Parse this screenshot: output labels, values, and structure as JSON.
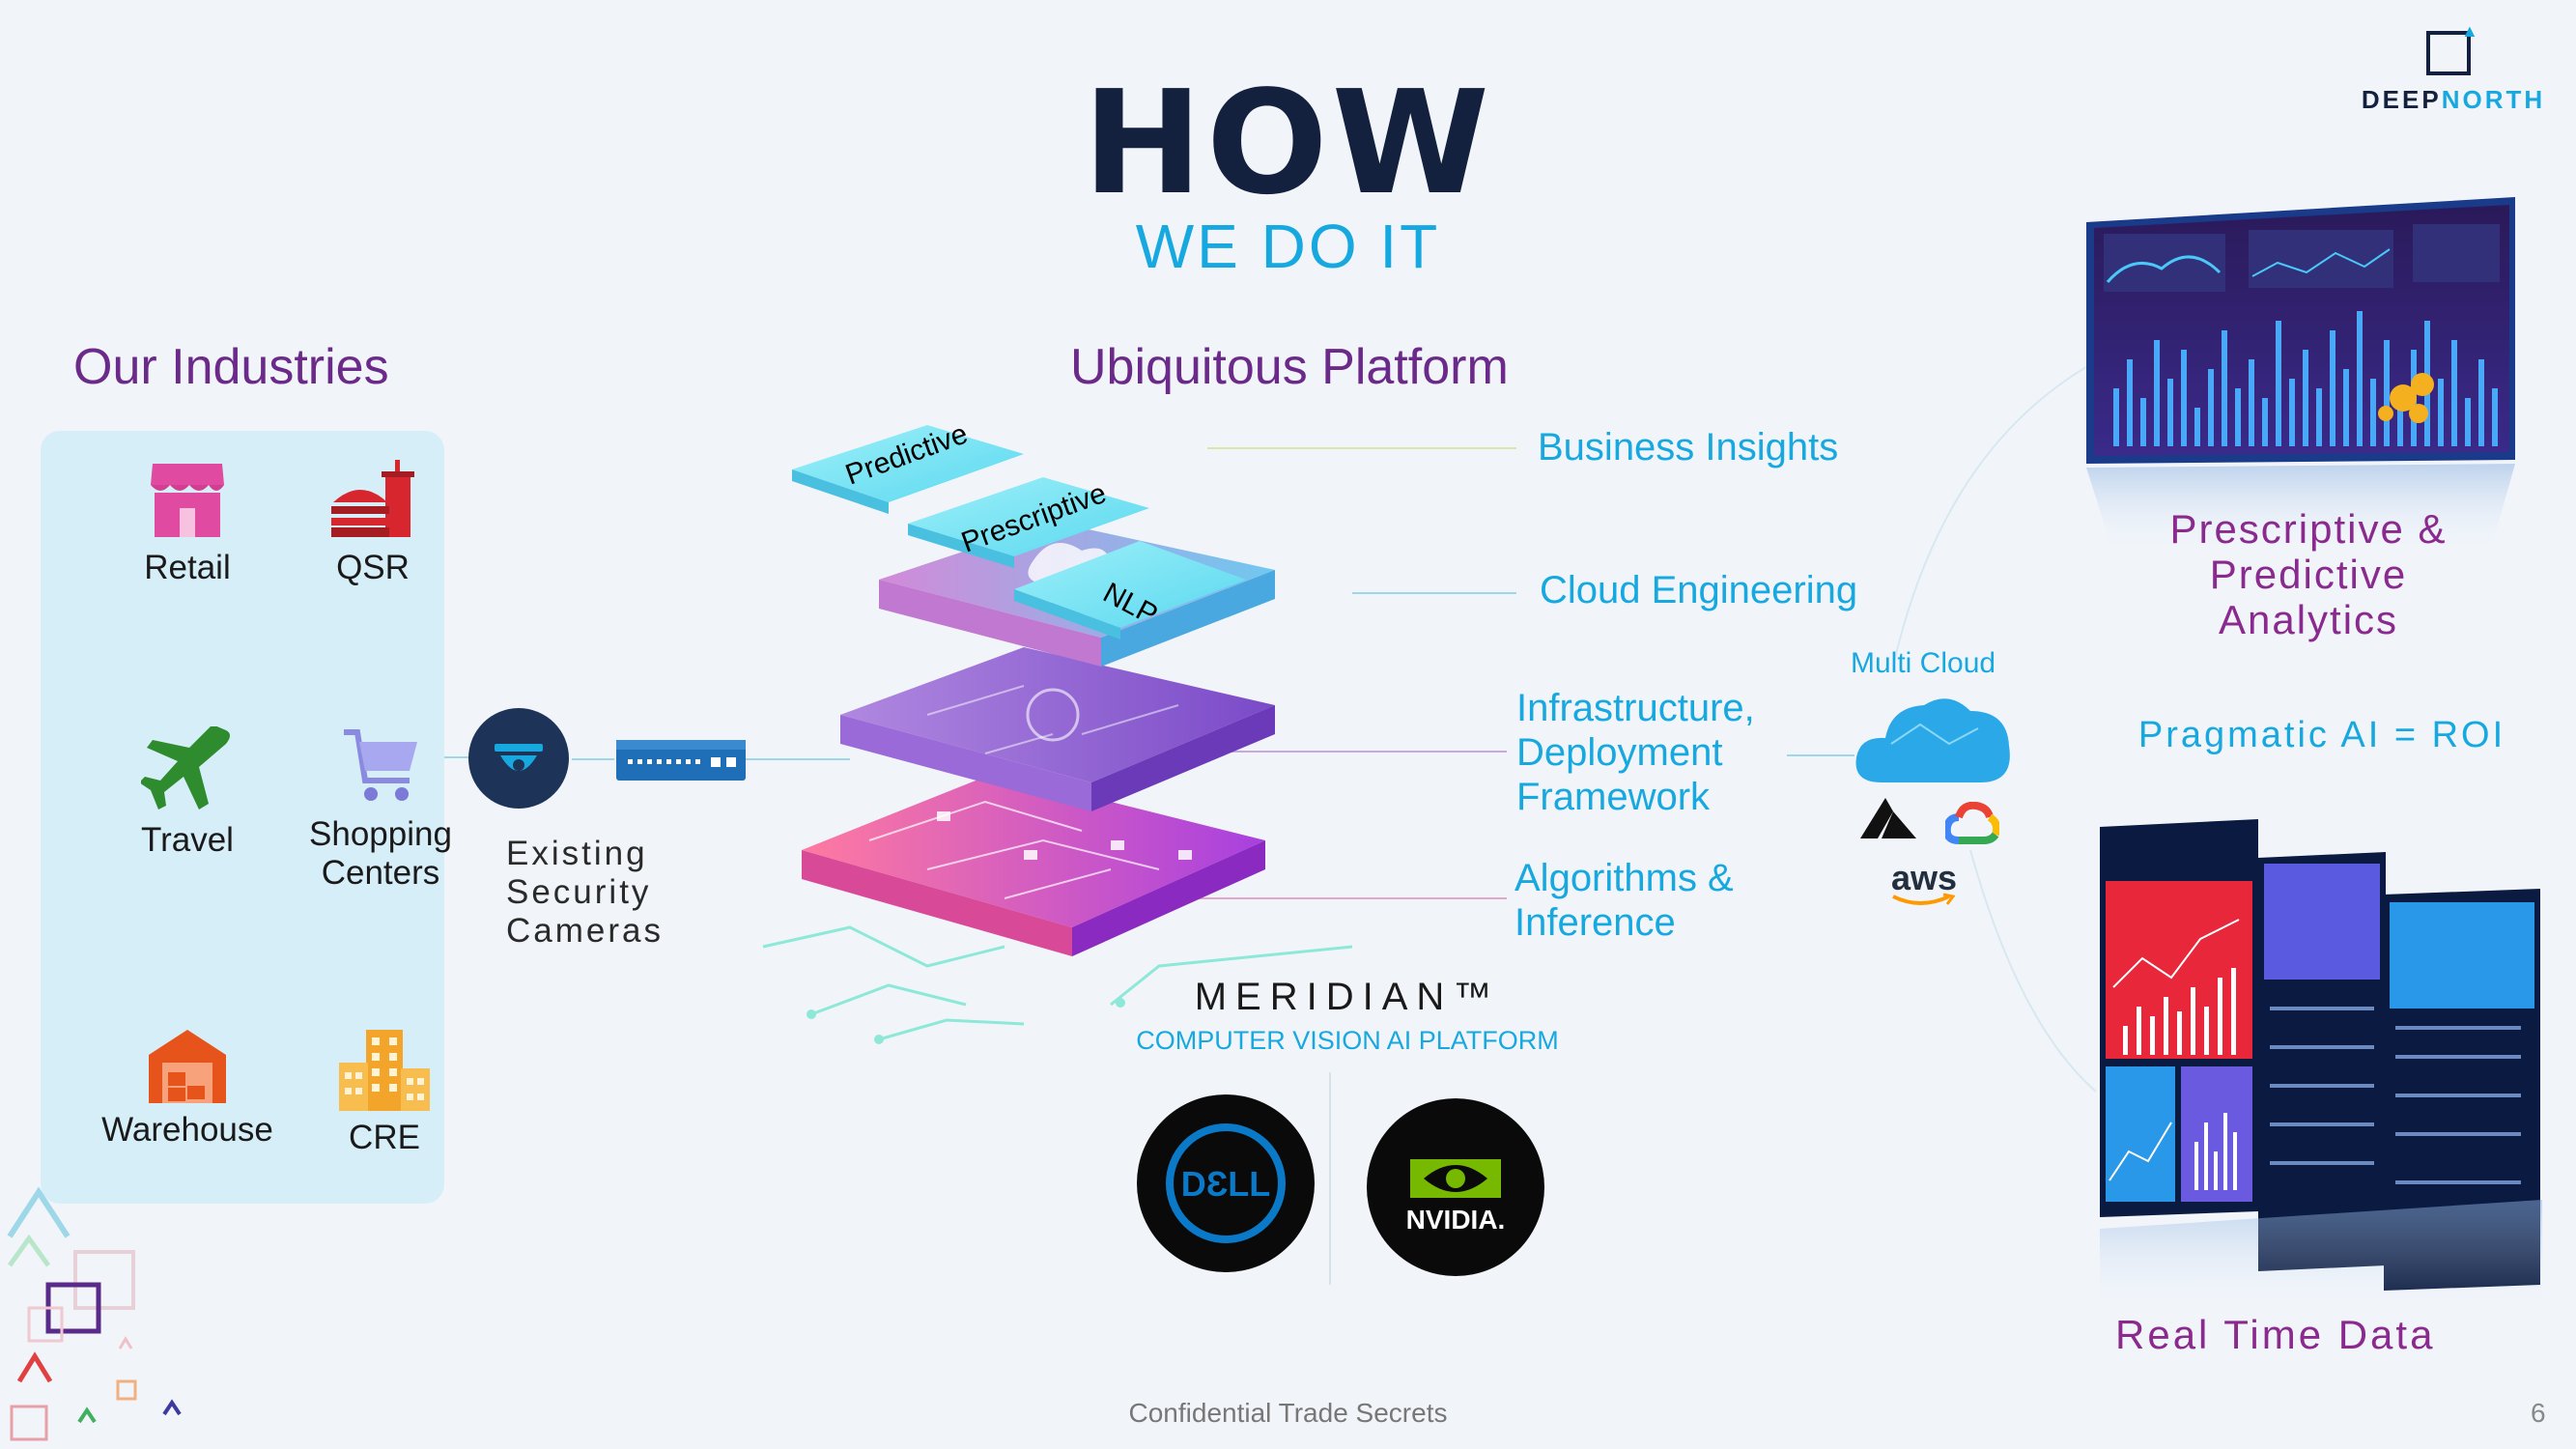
{
  "header": {
    "title": "HOW",
    "subtitle": "WE DO IT",
    "logo_deep": "DEEP",
    "logo_north": "NORTH"
  },
  "industries": {
    "heading": "Our Industries",
    "items": [
      {
        "label": "Retail",
        "icon": "store-icon"
      },
      {
        "label": "QSR",
        "icon": "burger-drink-icon"
      },
      {
        "label": "Travel",
        "icon": "airplane-icon"
      },
      {
        "label": "Shopping",
        "label2": "Centers",
        "icon": "shopping-cart-icon"
      },
      {
        "label": "Warehouse",
        "icon": "warehouse-icon"
      },
      {
        "label": "CRE",
        "icon": "buildings-icon"
      }
    ]
  },
  "cameras": {
    "line1": "Existing",
    "line2": "Security",
    "line3": "Cameras"
  },
  "platform": {
    "heading": "Ubiquitous Platform",
    "tiles": [
      "Predictive",
      "Prescriptive",
      "NLP"
    ],
    "layers": [
      {
        "line1": "Business Insights"
      },
      {
        "line1": "Cloud Engineering"
      },
      {
        "line1": "Infrastructure,",
        "line2": "Deployment",
        "line3": "Framework"
      },
      {
        "line1": "Algorithms &",
        "line2": "Inference"
      }
    ],
    "product": "MERIDIAN™",
    "product_sub": "COMPUTER VISION AI PLATFORM"
  },
  "cloud": {
    "label": "Multi Cloud",
    "aws": "aws"
  },
  "partners": {
    "dell": "DƐLL",
    "nvidia": "NVIDIA."
  },
  "right": {
    "analytics_line1": "Prescriptive &",
    "analytics_line2": "Predictive",
    "analytics_line3": "Analytics",
    "roi": "Pragmatic AI = ROI",
    "realtime": "Real Time Data"
  },
  "footer": {
    "text": "Confidential Trade Secrets",
    "page": "6"
  },
  "colors": {
    "navy": "#13213f",
    "cyan": "#17a8e0",
    "purple": "#8a2a8f",
    "panel": "#d6eef8"
  }
}
